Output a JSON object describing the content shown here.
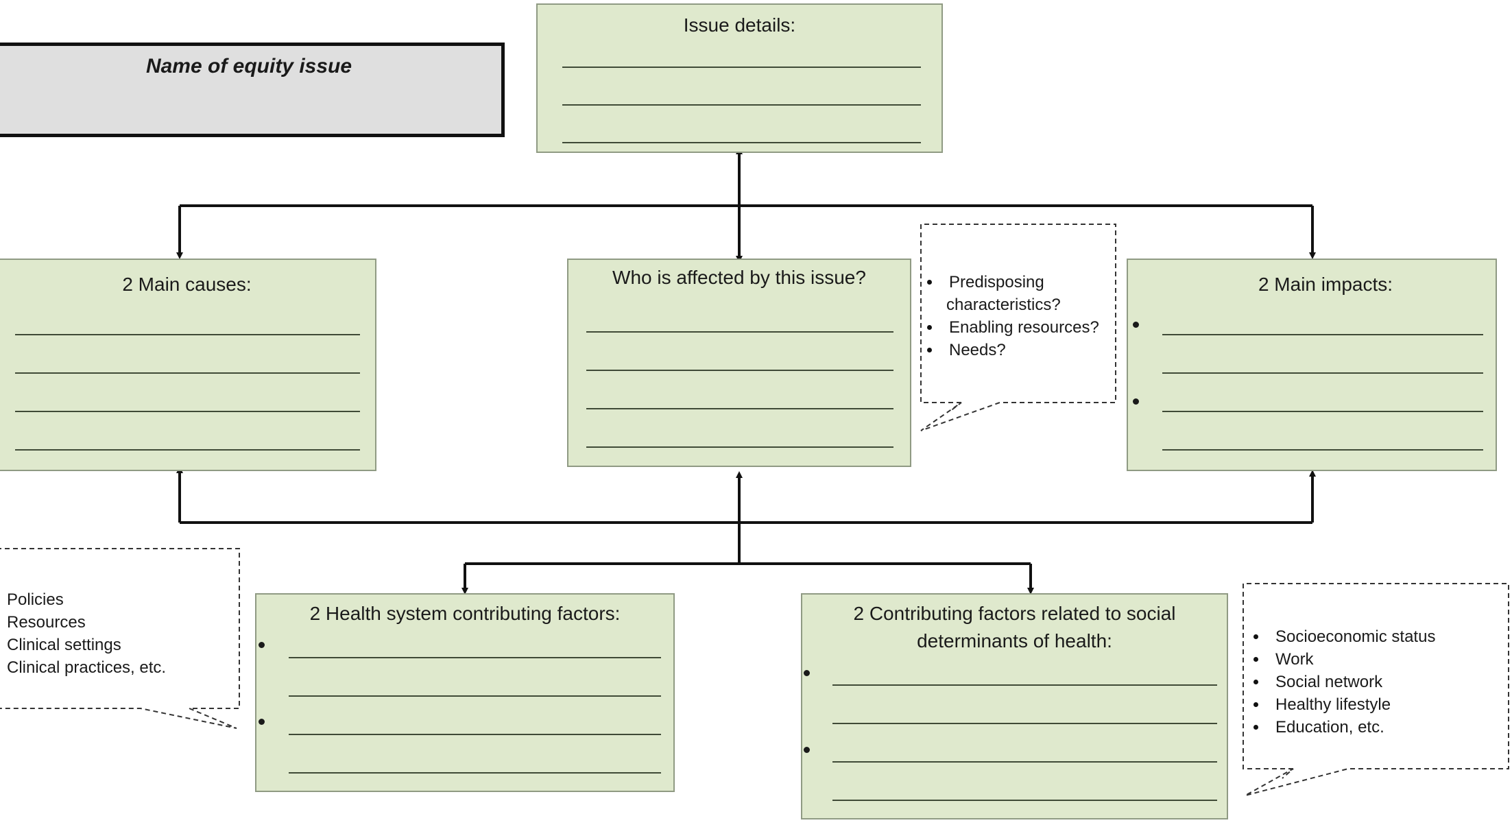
{
  "name_box": {
    "label": "Name of equity issue"
  },
  "issue_details": {
    "title": "Issue details:"
  },
  "main_causes": {
    "title": "2 Main causes:"
  },
  "who_affected": {
    "title": "Who is affected by this issue?"
  },
  "main_impacts": {
    "title": "2 Main impacts:"
  },
  "health_system": {
    "title": "2 Health system contributing factors:"
  },
  "social_determinants": {
    "title_line1": "2 Contributing factors related to social",
    "title_line2": "determinants of health:"
  },
  "callout_affected": {
    "items": [
      "Predisposing",
      "characteristics?",
      "Enabling resources?",
      "Needs?"
    ]
  },
  "callout_health_system": {
    "items": [
      "Policies",
      "Resources",
      "Clinical settings",
      "Clinical practices, etc."
    ]
  },
  "callout_social": {
    "items": [
      "Socioeconomic status",
      "Work",
      "Social network",
      "Healthy lifestyle",
      "Education, etc."
    ]
  },
  "colors": {
    "box_fill": "#dfe9cd",
    "box_border": "#8f9a83",
    "name_fill": "#dfdfdf"
  }
}
